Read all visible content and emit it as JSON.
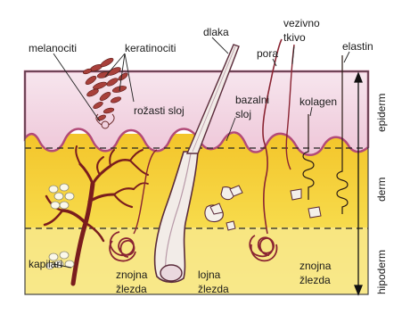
{
  "labels": {
    "melanociti": "melanociti",
    "keratinociti": "keratinociti",
    "dlaka": "dlaka",
    "vezivno_line1": "vezivno",
    "vezivno_line2": "tkivo",
    "pora": "pora",
    "elastin": "elastin",
    "rozasti_sloj": "rožasti sloj",
    "bazalni_line1": "bazalni",
    "bazalni_line2": "sloj",
    "kolagen": "kolagen",
    "kapilari": "kapilari",
    "znojna_left_line1": "znojna",
    "znojna_left_line2": "žlezda",
    "lojna_line1": "lojna",
    "lojna_line2": "žlezda",
    "znojna_right_line1": "znojna",
    "znojna_right_line2": "žlezda"
  },
  "layers": {
    "epiderm": "epiderm",
    "derm": "derm",
    "hipoderm": "hipoderm"
  },
  "colors": {
    "epidermis": "#f3dbe6",
    "epidermis_edge": "#b24a78",
    "dermis": "#f6d437",
    "hypodermis": "#f9ec94",
    "capillary": "#7a1d1d",
    "hair": "#f2ece8",
    "outline": "#5a2b3a"
  }
}
